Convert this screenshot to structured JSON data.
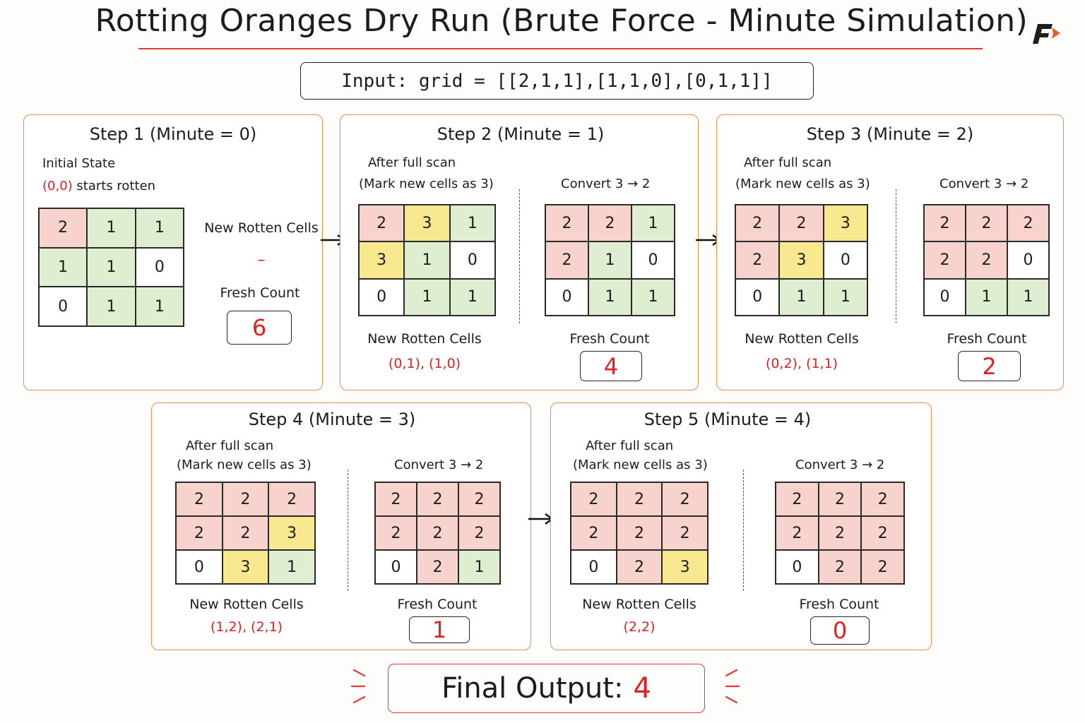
{
  "title": "Rotting Oranges Dry Run (Brute Force - Minute Simulation)",
  "input": "Input:  grid  =  [[2,1,1],[1,1,0],[0,1,1]]",
  "labels": {
    "after_scan": "After full scan",
    "mark_note": "(Mark new cells as 3)",
    "convert": "Convert 3 → 2",
    "new_rotten": "New Rotten Cells",
    "fresh_count": "Fresh Count"
  },
  "step1": {
    "title": "Step 1  (Minute = 0)",
    "initial": "Initial State",
    "start_cell": "(0,0)",
    "start_text": "starts rotten",
    "grid": [
      [
        2,
        1,
        1
      ],
      [
        1,
        1,
        0
      ],
      [
        0,
        1,
        1
      ]
    ],
    "new_rotten": "–",
    "fresh": "6"
  },
  "step2": {
    "title": "Step 2  (Minute = 1)",
    "scan": [
      [
        2,
        3,
        1
      ],
      [
        3,
        1,
        0
      ],
      [
        0,
        1,
        1
      ]
    ],
    "converted": [
      [
        2,
        2,
        1
      ],
      [
        2,
        1,
        0
      ],
      [
        0,
        1,
        1
      ]
    ],
    "new_rotten": "(0,1), (1,0)",
    "fresh": "4"
  },
  "step3": {
    "title": "Step 3  (Minute = 2)",
    "scan": [
      [
        2,
        2,
        3
      ],
      [
        2,
        3,
        0
      ],
      [
        0,
        1,
        1
      ]
    ],
    "converted": [
      [
        2,
        2,
        2
      ],
      [
        2,
        2,
        0
      ],
      [
        0,
        1,
        1
      ]
    ],
    "new_rotten": "(0,2), (1,1)",
    "fresh": "2"
  },
  "step4": {
    "title": "Step 4  (Minute = 3)",
    "scan": [
      [
        2,
        2,
        2
      ],
      [
        2,
        2,
        3
      ],
      [
        0,
        3,
        1
      ]
    ],
    "converted": [
      [
        2,
        2,
        2
      ],
      [
        2,
        2,
        2
      ],
      [
        0,
        2,
        1
      ]
    ],
    "new_rotten": "(1,2), (2,1)",
    "fresh": "1"
  },
  "step5": {
    "title": "Step 5  (Minute = 4)",
    "scan": [
      [
        2,
        2,
        2
      ],
      [
        2,
        2,
        2
      ],
      [
        0,
        2,
        3
      ]
    ],
    "converted": [
      [
        2,
        2,
        2
      ],
      [
        2,
        2,
        2
      ],
      [
        0,
        2,
        2
      ]
    ],
    "new_rotten": "(2,2)",
    "fresh": "0"
  },
  "final": {
    "label": "Final Output:",
    "value": "4"
  },
  "colors": {
    "empty": "#ffffff",
    "fresh": "#dfeed0",
    "rotten": "#f8d3cd",
    "newly_rotten": "#f8e88f",
    "panel_border": "#f08a4b",
    "accent_red": "#e02020"
  }
}
